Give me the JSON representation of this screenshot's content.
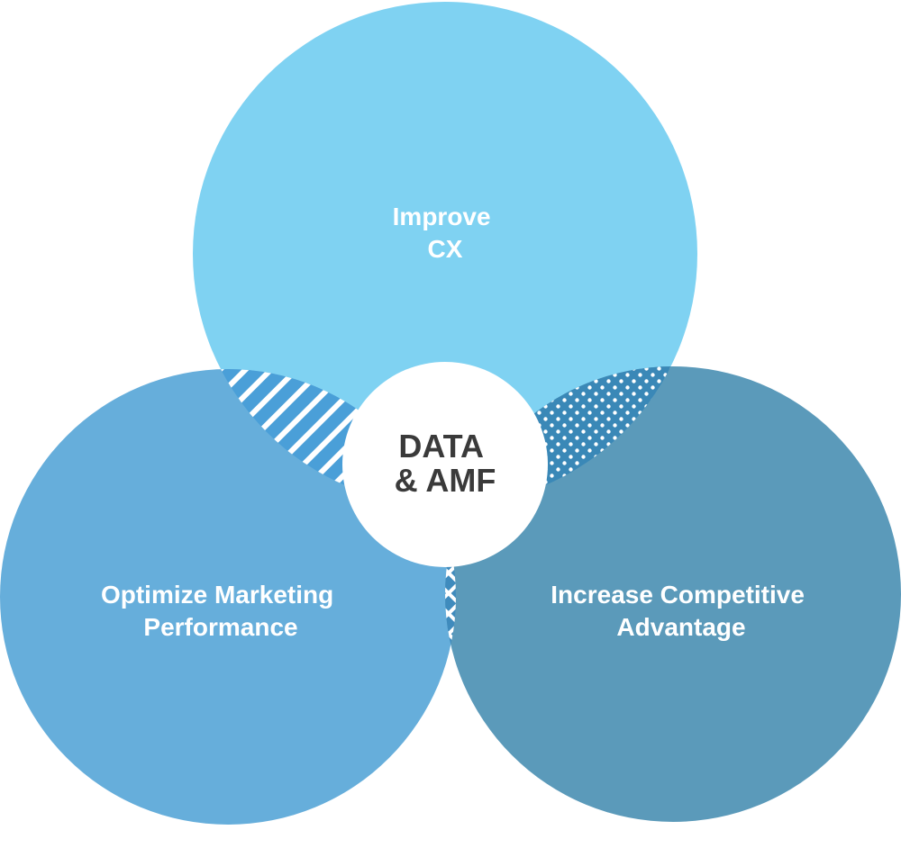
{
  "diagram": {
    "top_circle": {
      "line1": "Improve",
      "line2": "CX",
      "color": "#7fd2f2"
    },
    "left_circle": {
      "line1": "Optimize Marketing",
      "line2": "Performance",
      "color": "#66aedb"
    },
    "right_circle": {
      "line1": "Increase Competitive",
      "line2": "Advantage",
      "color": "#5b9aba"
    },
    "center": {
      "line1": "DATA",
      "line2": "& AMF",
      "color": "#ffffff"
    },
    "overlaps": {
      "top_left_pattern": "diagonal-stripes",
      "top_right_pattern": "dots",
      "left_right_pattern": "diamond-grid",
      "top_left_color": "#4a9fd8",
      "top_right_color": "#3a88b7",
      "left_right_color": "#3f8bbd"
    }
  }
}
